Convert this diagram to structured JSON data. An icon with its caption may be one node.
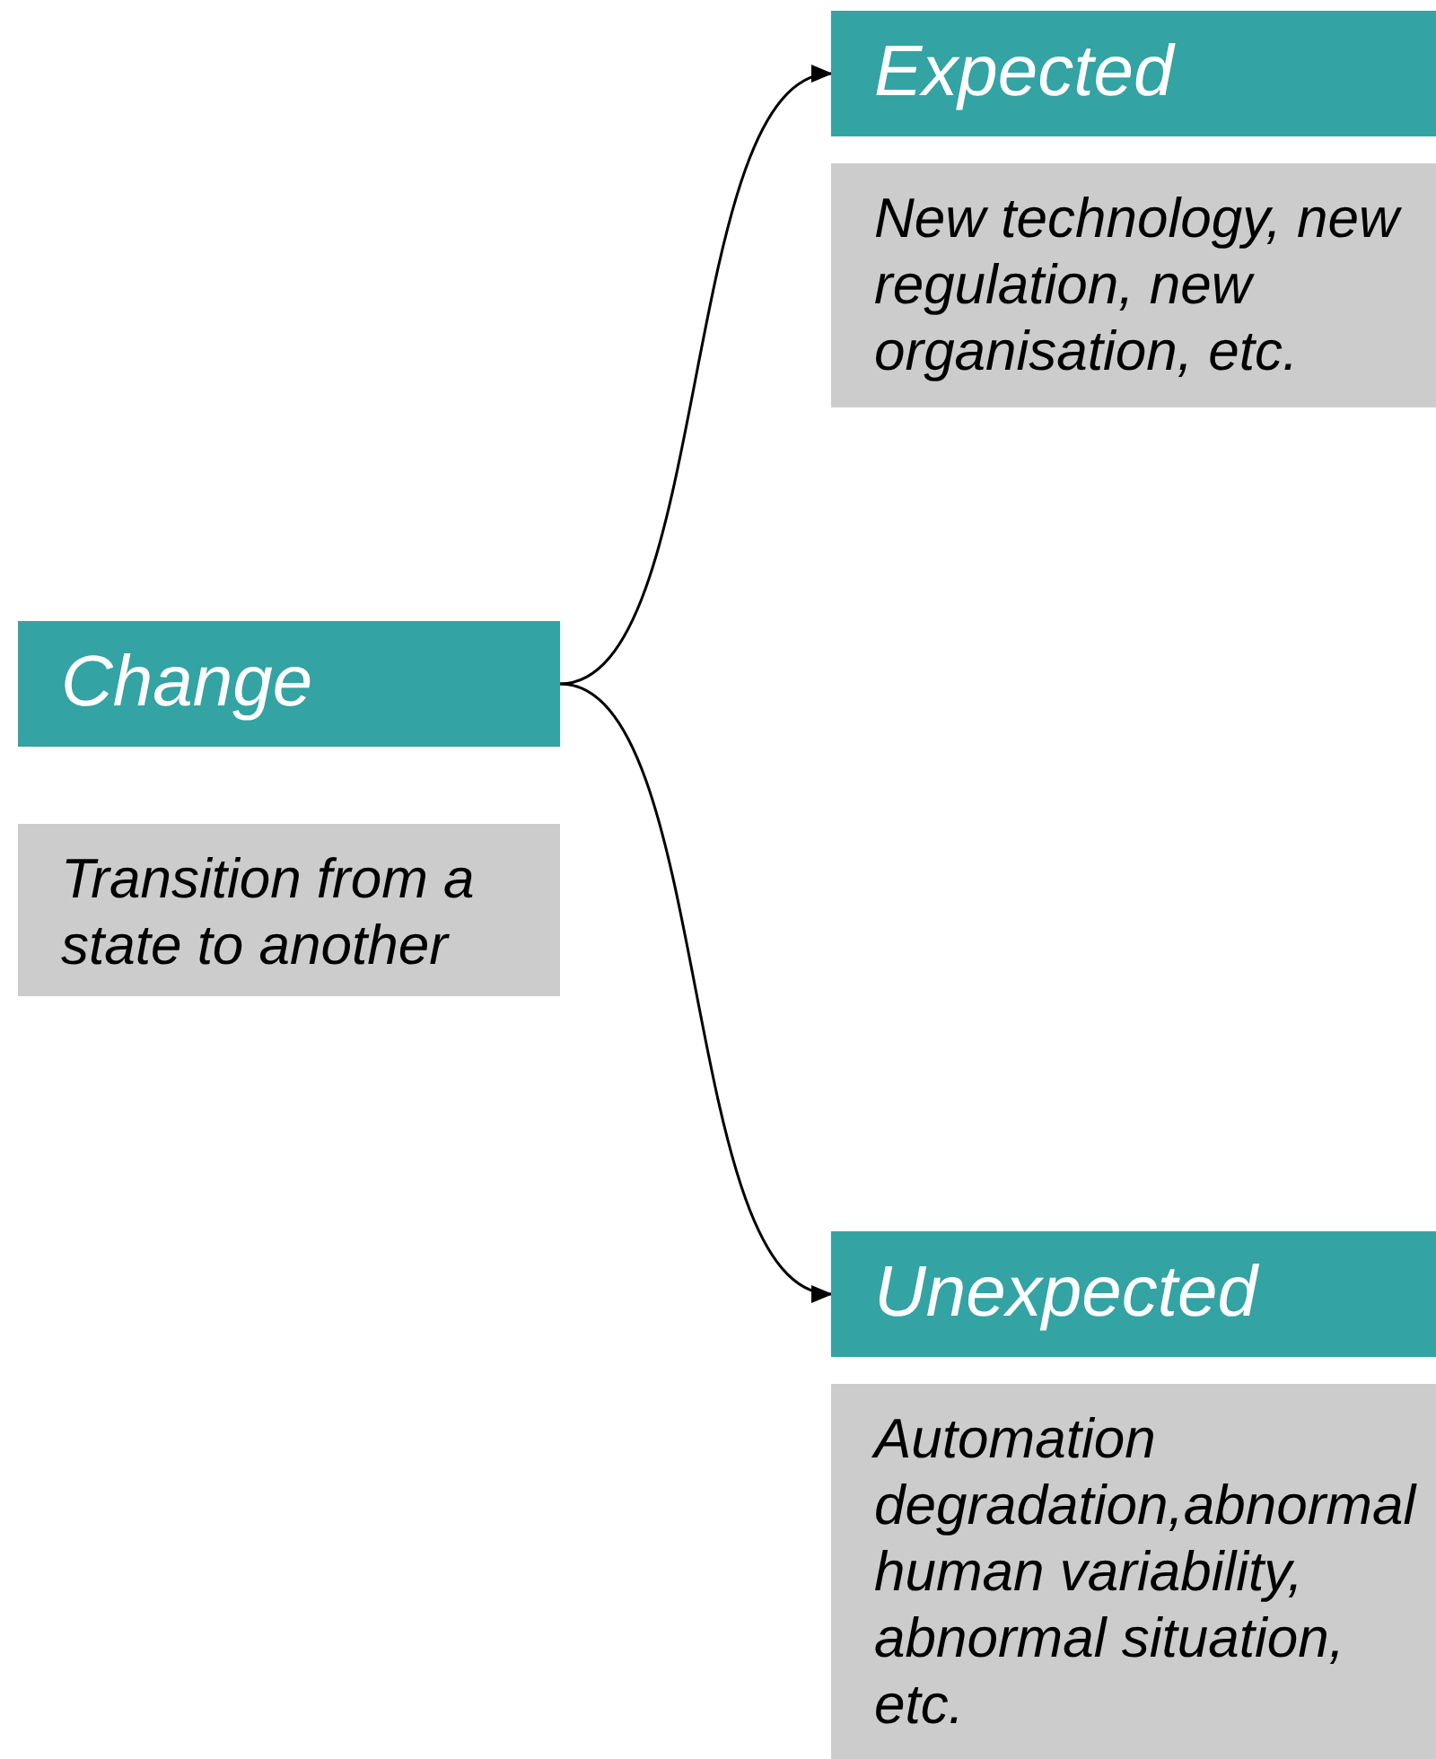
{
  "diagram": {
    "nodes": [
      {
        "text": [
          "Change"
        ]
      },
      {
        "text": [
          "Transition from a state to another"
        ]
      },
      {
        "text": [
          "Expected"
        ]
      },
      {
        "text": [
          "New technology, new regulation, new organisation, etc."
        ]
      },
      {
        "text": [
          "Unexpected"
        ]
      },
      {
        "text": [
          "Automation degradation,abnormal human variability, abnormal situation, etc."
        ]
      }
    ],
    "edges": [
      {
        "from": 0,
        "to": 2,
        "arrow": "to"
      },
      {
        "from": 0,
        "to": 4,
        "arrow": "to"
      }
    ]
  }
}
